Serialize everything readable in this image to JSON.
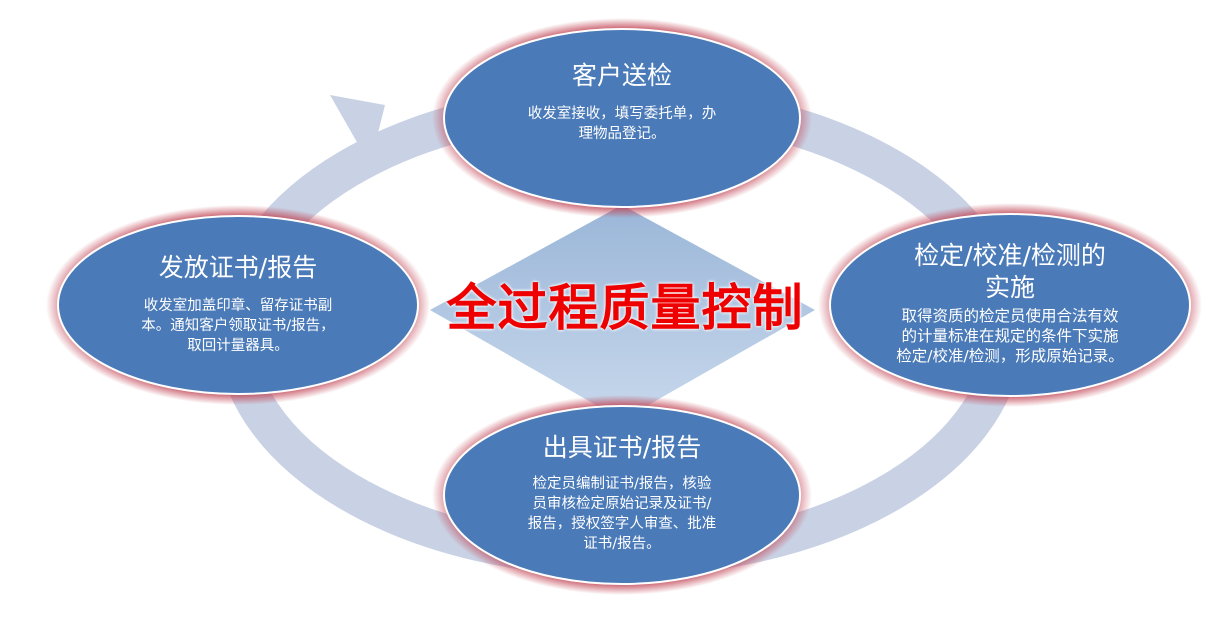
{
  "center_title": "全过程质量控制",
  "nodes": [
    {
      "title": "客户送检",
      "desc_lines": [
        "收发室接收，填写委托单，办",
        "理物品登记。"
      ]
    },
    {
      "title_lines": [
        "检定/校准/检测的",
        "实施"
      ],
      "desc_lines": [
        "取得资质的检定员使用合法有效",
        "的计量标准在规定的条件下实施",
        "检定/校准/检测，形成原始记录。"
      ]
    },
    {
      "title": "出具证书/报告",
      "desc_lines": [
        "检定员编制证书/报告，核验",
        "员审核检定原始记录及证书/",
        "报告，授权签字人审查、批准",
        "证书/报告。"
      ]
    },
    {
      "title": "发放证书/报告",
      "desc_lines": [
        "收发室加盖印章、留存证书副",
        "本。通知客户领取证书/报告，",
        "取回计量器具。"
      ]
    }
  ],
  "colors": {
    "node_fill": "#4a7ab8",
    "node_glow": "#b03040",
    "ring": "#c9d2e4",
    "center_text": "#ee0000"
  }
}
